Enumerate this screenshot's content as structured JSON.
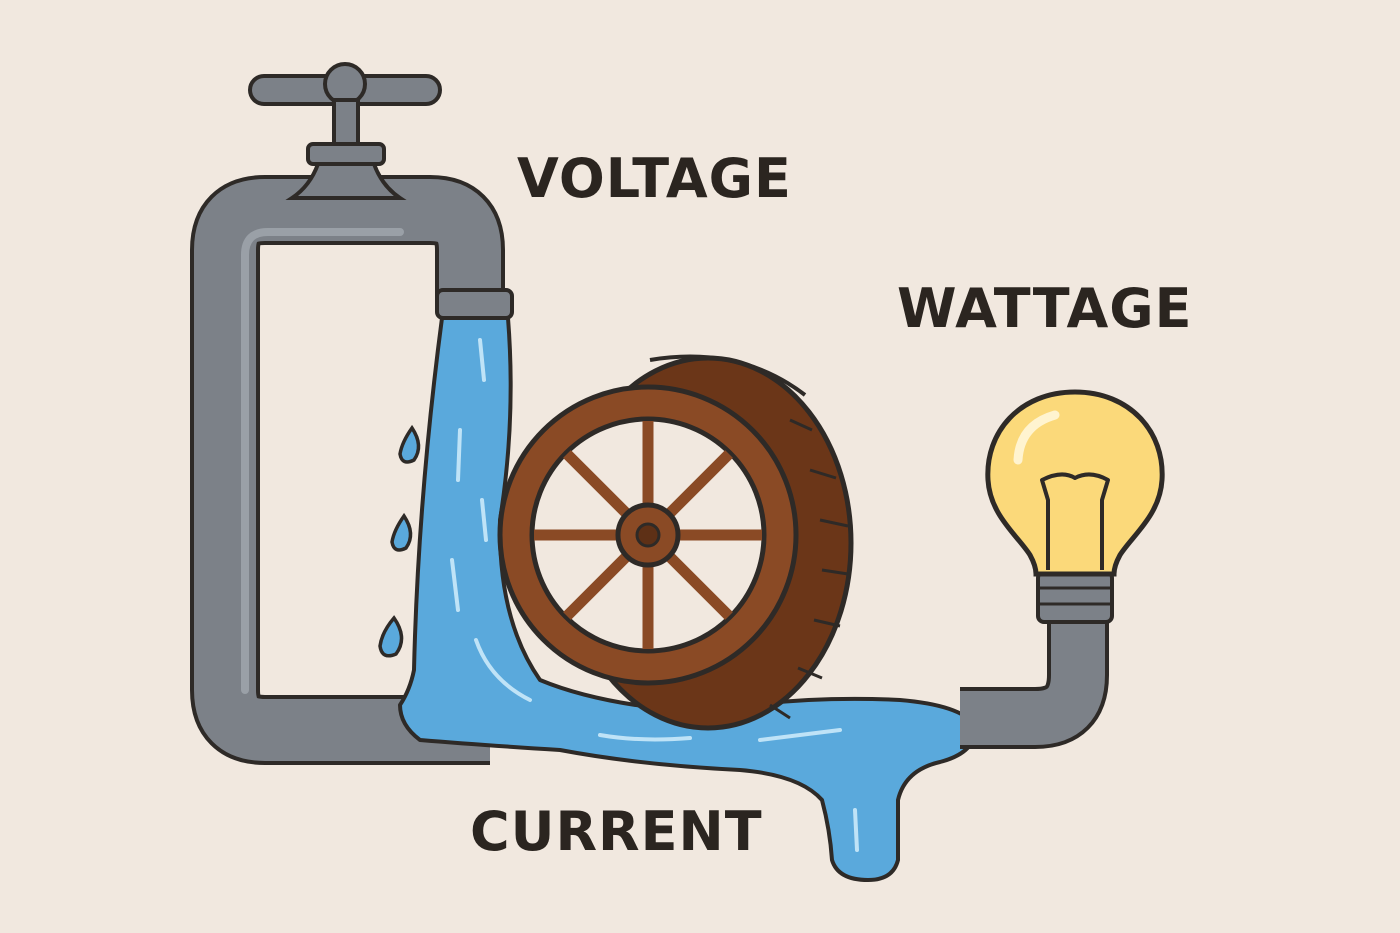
{
  "labels": {
    "voltage": "VOLTAGE",
    "wattage": "WATTAGE",
    "current": "CURRENT"
  },
  "colors": {
    "background": "#f1e8df",
    "pipe": "#7c8188",
    "pipe_outline": "#2e2a27",
    "water": "#5aa9dc",
    "water_highlight": "#bfe3f7",
    "wheel": "#8a4a25",
    "wheel_dark": "#5e3016",
    "bulb": "#fbd97a",
    "text": "#2b2520"
  },
  "icons": [
    "faucet-icon",
    "pipe-icon",
    "water-wheel-icon",
    "light-bulb-icon",
    "water-drop-icon"
  ]
}
